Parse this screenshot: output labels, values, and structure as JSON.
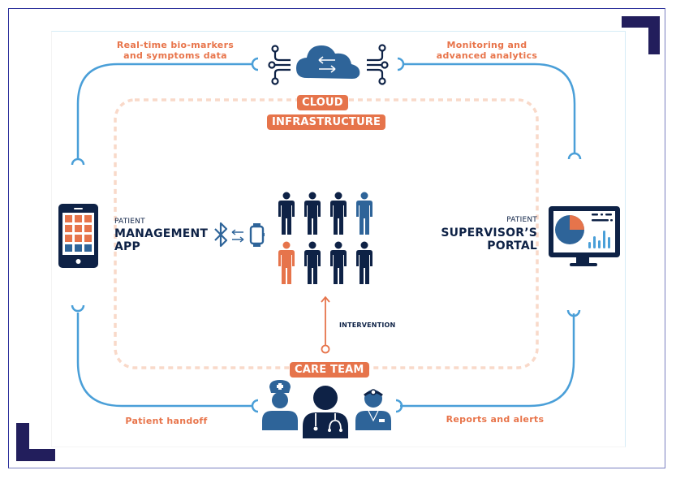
{
  "colors": {
    "navy": "#0e2246",
    "blue": "#2e6499",
    "light_blue": "#4a9fd8",
    "orange": "#e6744b",
    "corner": "#221e5c"
  },
  "cloud": {
    "tag_line1": "CLOUD",
    "tag_line2": "INFRASTRUCTURE",
    "icon": "cloud-sync-icon"
  },
  "flows": {
    "top_left": {
      "line1": "Real-time bio-markers",
      "line2": "and symptoms data"
    },
    "top_right": {
      "line1": "Monitoring and",
      "line2": "advanced analytics"
    },
    "bottom_left": {
      "line1": "Patient handoff"
    },
    "bottom_right": {
      "line1": "Reports and alerts"
    }
  },
  "app": {
    "caption": "PATIENT",
    "title_line1": "MANAGEMENT",
    "title_line2": "APP",
    "icon": "smartphone-icon",
    "connectivity": [
      "bluetooth-icon",
      "swap-arrows-icon",
      "smartwatch-icon"
    ]
  },
  "portal": {
    "caption": "PATIENT",
    "title_line1": "SUPERVISOR’S",
    "title_line2": "PORTAL",
    "icon": "monitor-dashboard-icon"
  },
  "patients": {
    "rows": [
      [
        "navy",
        "navy",
        "navy",
        "blue"
      ],
      [
        "orange",
        "navy",
        "navy",
        "navy"
      ]
    ]
  },
  "intervention": {
    "label": "INTERVENTION"
  },
  "care_team": {
    "tag": "CARE TEAM",
    "members": [
      "nurse-icon",
      "doctor-icon",
      "surgeon-icon"
    ]
  }
}
